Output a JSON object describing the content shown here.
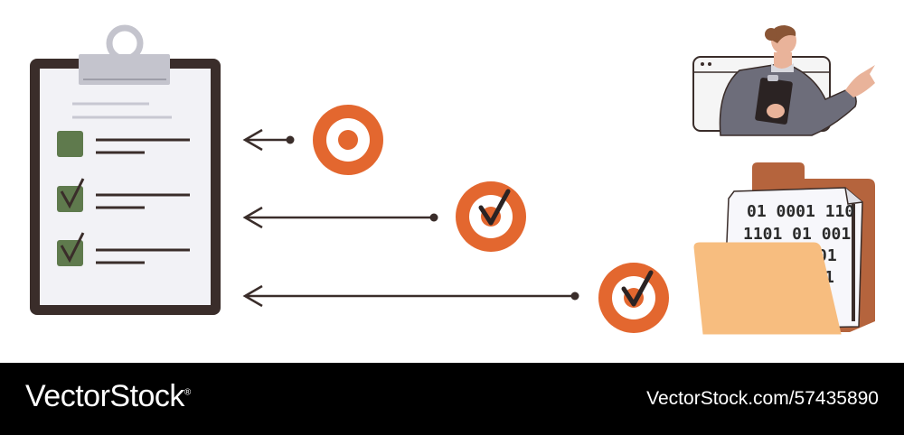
{
  "illustration": {
    "checklist": {
      "items": [
        {
          "checked": false
        },
        {
          "checked": true
        },
        {
          "checked": true
        }
      ]
    },
    "targets": [
      {
        "checked": false
      },
      {
        "checked": true
      },
      {
        "checked": true
      }
    ],
    "document": {
      "binary_lines": [
        "01 0001 110",
        "1101 01  001",
        "01",
        "1"
      ]
    },
    "colors": {
      "accent": "#e3672f",
      "clipboard_frame": "#3a2d2a",
      "checkbox": "#5f7a4d",
      "folder": "#f7bd7f",
      "folder_back": "#b5643d",
      "person_jacket": "#6d6d7a"
    }
  },
  "footer": {
    "brand": "VectorStock",
    "superscript": "®",
    "credit": "VectorStock.com/57435890"
  }
}
